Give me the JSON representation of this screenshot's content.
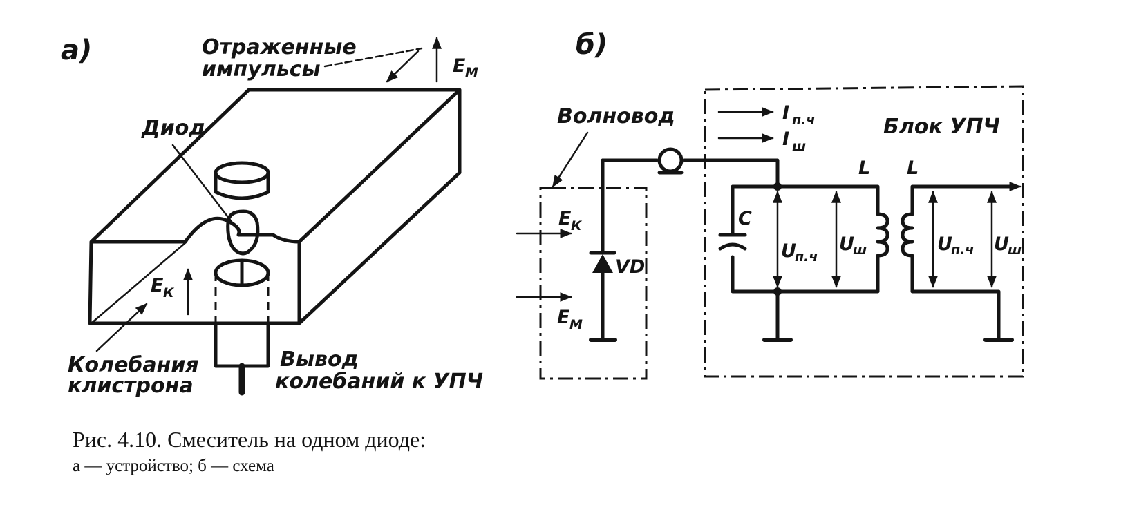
{
  "panel_a": {
    "tag": "а)",
    "reflected_line1": "Отраженные",
    "reflected_line2": "импульсы",
    "em_main": "E",
    "em_sub": "М",
    "diode": "Диод",
    "ek_main": "E",
    "ek_sub": "К",
    "osc_line1": "Колебания",
    "osc_line2": "клистрона",
    "out_line1": "Вывод",
    "out_line2": "колебаний к УПЧ"
  },
  "panel_b": {
    "tag": "б)",
    "waveguide": "Волновод",
    "i_pch_main": "I",
    "i_pch_sub": "п.ч",
    "i_sh_main": "I",
    "i_sh_sub": "ш",
    "block": "Блок УПЧ",
    "ek_main": "E",
    "ek_sub": "К",
    "em_main": "E",
    "em_sub": "М",
    "vd": "VD",
    "c": "C",
    "l1": "L",
    "l2": "L",
    "u_pch1_main": "U",
    "u_pch1_sub": "п.ч",
    "u_sh1_main": "U",
    "u_sh1_sub": "ш",
    "u_pch2_main": "U",
    "u_pch2_sub": "п.ч",
    "u_sh2_main": "U",
    "u_sh2_sub": "ш"
  },
  "caption": {
    "line1": "Рис. 4.10. Смеситель на одном диоде:",
    "line2": "а — устройство;  б — схема"
  }
}
